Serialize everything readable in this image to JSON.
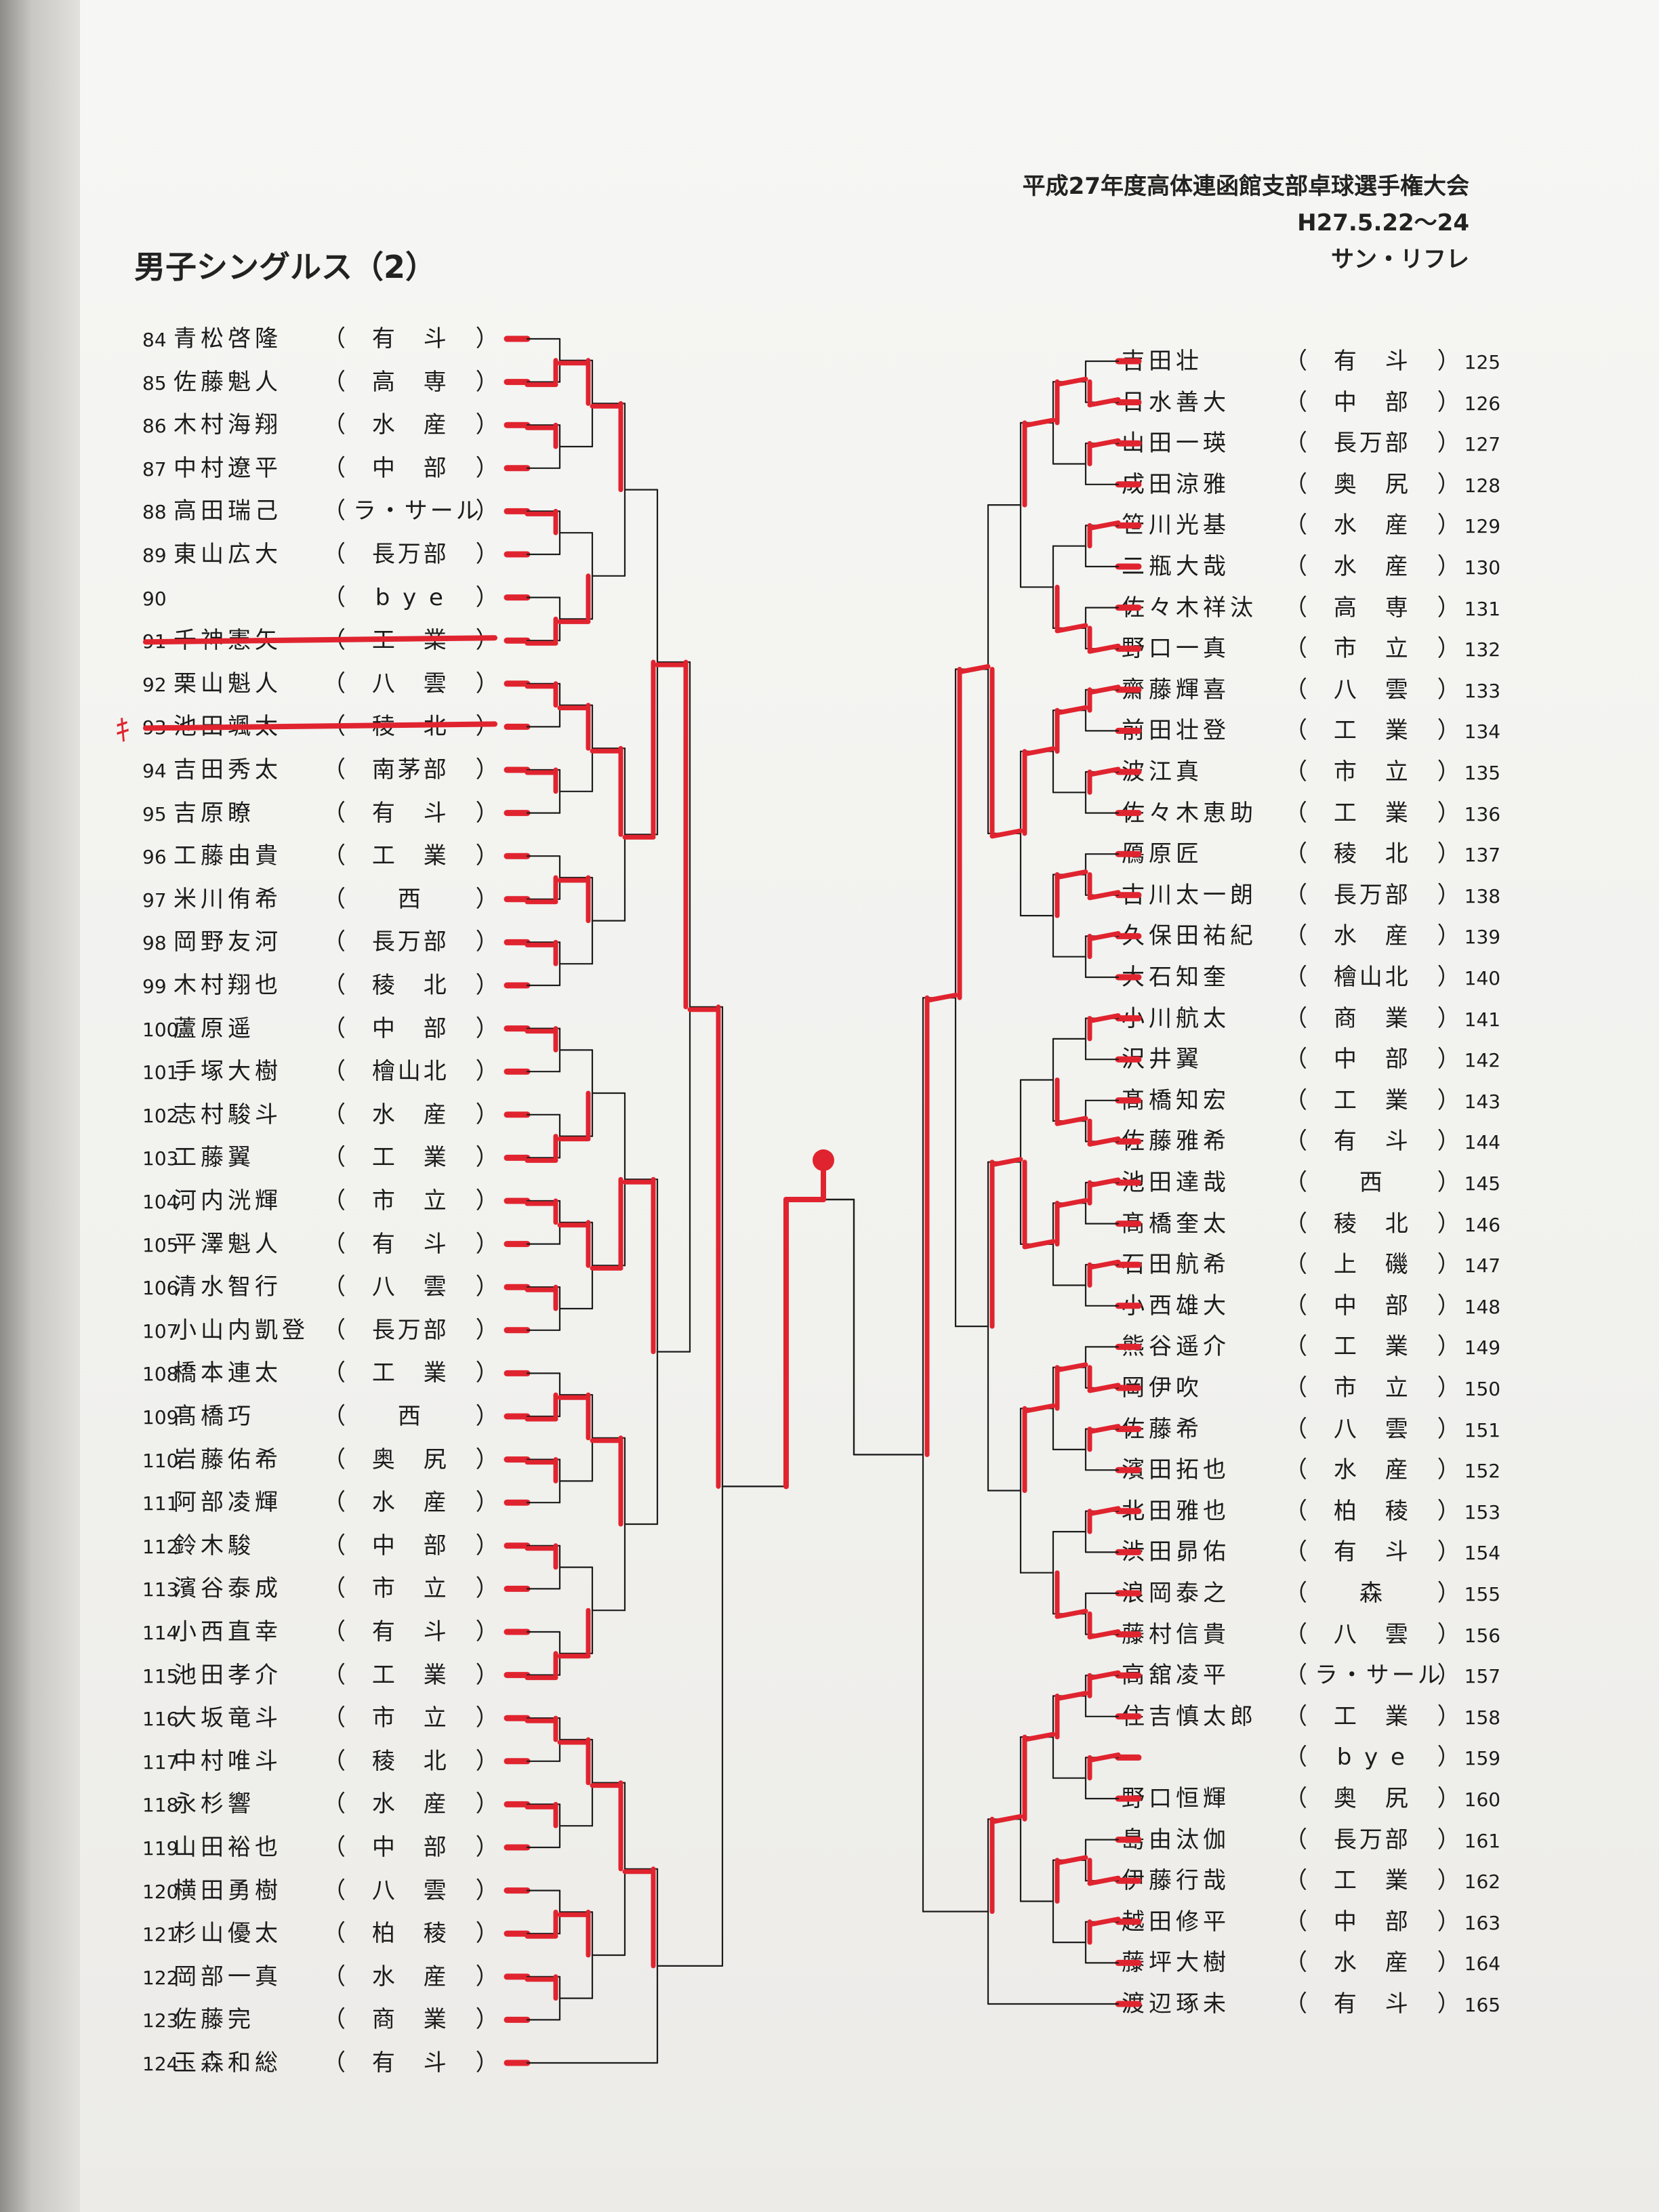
{
  "header": {
    "line1": "平成27年度高体連函館支部卓球選手権大会",
    "line2": "H27.5.22〜24",
    "line3": "サン・リフレ"
  },
  "title": "男子シングルス（2）",
  "annotation_mark": "ｷ",
  "left_entries": [
    {
      "seed": "84",
      "name": "青松啓隆",
      "school": "有　斗"
    },
    {
      "seed": "85",
      "name": "佐藤魁人",
      "school": "高　専"
    },
    {
      "seed": "86",
      "name": "木村海翔",
      "school": "水　産"
    },
    {
      "seed": "87",
      "name": "中村遼平",
      "school": "中　部"
    },
    {
      "seed": "88",
      "name": "高田瑞己",
      "school": "ラ・サール"
    },
    {
      "seed": "89",
      "name": "東山広大",
      "school": "長万部"
    },
    {
      "seed": "90",
      "name": "",
      "school": "b y e"
    },
    {
      "seed": "91",
      "name": "千神憲矢",
      "school": "工　業"
    },
    {
      "seed": "92",
      "name": "栗山魁人",
      "school": "八　雲"
    },
    {
      "seed": "93",
      "name": "池田颯太",
      "school": "稜　北"
    },
    {
      "seed": "94",
      "name": "吉田秀太",
      "school": "南茅部"
    },
    {
      "seed": "95",
      "name": "吉原瞭",
      "school": "有　斗"
    },
    {
      "seed": "96",
      "name": "工藤由貴",
      "school": "工　業"
    },
    {
      "seed": "97",
      "name": "米川侑希",
      "school": "西"
    },
    {
      "seed": "98",
      "name": "岡野友河",
      "school": "長万部"
    },
    {
      "seed": "99",
      "name": "木村翔也",
      "school": "稜　北"
    },
    {
      "seed": "100",
      "name": "蘆原遥",
      "school": "中　部"
    },
    {
      "seed": "101",
      "name": "手塚大樹",
      "school": "檜山北"
    },
    {
      "seed": "102",
      "name": "志村駿斗",
      "school": "水　産"
    },
    {
      "seed": "103",
      "name": "工藤翼",
      "school": "工　業"
    },
    {
      "seed": "104",
      "name": "河内洸輝",
      "school": "市　立"
    },
    {
      "seed": "105",
      "name": "平澤魁人",
      "school": "有　斗"
    },
    {
      "seed": "106",
      "name": "清水智行",
      "school": "八　雲"
    },
    {
      "seed": "107",
      "name": "小山内凱登",
      "school": "長万部"
    },
    {
      "seed": "108",
      "name": "橋本連太",
      "school": "工　業"
    },
    {
      "seed": "109",
      "name": "髙橋巧",
      "school": "西"
    },
    {
      "seed": "110",
      "name": "岩藤佑希",
      "school": "奥　尻"
    },
    {
      "seed": "111",
      "name": "阿部凌輝",
      "school": "水　産"
    },
    {
      "seed": "112",
      "name": "鈴木駿",
      "school": "中　部"
    },
    {
      "seed": "113",
      "name": "濱谷泰成",
      "school": "市　立"
    },
    {
      "seed": "114",
      "name": "小西直幸",
      "school": "有　斗"
    },
    {
      "seed": "115",
      "name": "池田孝介",
      "school": "工　業"
    },
    {
      "seed": "116",
      "name": "大坂竜斗",
      "school": "市　立"
    },
    {
      "seed": "117",
      "name": "中村唯斗",
      "school": "稜　北"
    },
    {
      "seed": "118",
      "name": "永杉響",
      "school": "水　産"
    },
    {
      "seed": "119",
      "name": "山田裕也",
      "school": "中　部"
    },
    {
      "seed": "120",
      "name": "横田勇樹",
      "school": "八　雲"
    },
    {
      "seed": "121",
      "name": "杉山優太",
      "school": "柏　稜"
    },
    {
      "seed": "122",
      "name": "岡部一真",
      "school": "水　産"
    },
    {
      "seed": "123",
      "name": "佐藤完",
      "school": "商　業"
    },
    {
      "seed": "124",
      "name": "玉森和総",
      "school": "有　斗"
    }
  ],
  "right_entries": [
    {
      "seed": "125",
      "name": "吉田壮",
      "school": "有　斗"
    },
    {
      "seed": "126",
      "name": "日水善大",
      "school": "中　部"
    },
    {
      "seed": "127",
      "name": "山田一瑛",
      "school": "長万部"
    },
    {
      "seed": "128",
      "name": "成田涼雅",
      "school": "奥　尻"
    },
    {
      "seed": "129",
      "name": "笹川光基",
      "school": "水　産"
    },
    {
      "seed": "130",
      "name": "二瓶大哉",
      "school": "水　産"
    },
    {
      "seed": "131",
      "name": "佐々木祥汰",
      "school": "高　専"
    },
    {
      "seed": "132",
      "name": "野口一真",
      "school": "市　立"
    },
    {
      "seed": "133",
      "name": "齋藤輝喜",
      "school": "八　雲"
    },
    {
      "seed": "134",
      "name": "前田壮登",
      "school": "工　業"
    },
    {
      "seed": "135",
      "name": "波江真",
      "school": "市　立"
    },
    {
      "seed": "136",
      "name": "佐々木恵助",
      "school": "工　業"
    },
    {
      "seed": "137",
      "name": "鴈原匠",
      "school": "稜　北"
    },
    {
      "seed": "138",
      "name": "古川太一朗",
      "school": "長万部"
    },
    {
      "seed": "139",
      "name": "久保田祐紀",
      "school": "水　産"
    },
    {
      "seed": "140",
      "name": "大石知奎",
      "school": "檜山北"
    },
    {
      "seed": "141",
      "name": "小川航太",
      "school": "商　業"
    },
    {
      "seed": "142",
      "name": "沢井翼",
      "school": "中　部"
    },
    {
      "seed": "143",
      "name": "髙橋知宏",
      "school": "工　業"
    },
    {
      "seed": "144",
      "name": "佐藤雅希",
      "school": "有　斗"
    },
    {
      "seed": "145",
      "name": "池田達哉",
      "school": "西"
    },
    {
      "seed": "146",
      "name": "髙橋奎太",
      "school": "稜　北"
    },
    {
      "seed": "147",
      "name": "石田航希",
      "school": "上　磯"
    },
    {
      "seed": "148",
      "name": "小西雄大",
      "school": "中　部"
    },
    {
      "seed": "149",
      "name": "熊谷遥介",
      "school": "工　業"
    },
    {
      "seed": "150",
      "name": "岡伊吹",
      "school": "市　立"
    },
    {
      "seed": "151",
      "name": "佐藤希",
      "school": "八　雲"
    },
    {
      "seed": "152",
      "name": "濱田拓也",
      "school": "水　産"
    },
    {
      "seed": "153",
      "name": "北田雅也",
      "school": "柏　稜"
    },
    {
      "seed": "154",
      "name": "渋田昴佑",
      "school": "有　斗"
    },
    {
      "seed": "155",
      "name": "浪岡泰之",
      "school": "森"
    },
    {
      "seed": "156",
      "name": "藤村信貴",
      "school": "八　雲"
    },
    {
      "seed": "157",
      "name": "高舘凌平",
      "school": "ラ・サール"
    },
    {
      "seed": "158",
      "name": "住吉慎太郎",
      "school": "工　業"
    },
    {
      "seed": "159",
      "name": "",
      "school": "b y e"
    },
    {
      "seed": "160",
      "name": "野口恒輝",
      "school": "奥　尻"
    },
    {
      "seed": "161",
      "name": "島由汰伽",
      "school": "長万部"
    },
    {
      "seed": "162",
      "name": "伊藤行哉",
      "school": "工　業"
    },
    {
      "seed": "163",
      "name": "越田修平",
      "school": "中　部"
    },
    {
      "seed": "164",
      "name": "藤坪大樹",
      "school": "水　産"
    },
    {
      "seed": "165",
      "name": "渡辺琢未",
      "school": "有　斗"
    }
  ],
  "colors": {
    "ink": "#1c1c1c",
    "marker": "#e0242f"
  }
}
